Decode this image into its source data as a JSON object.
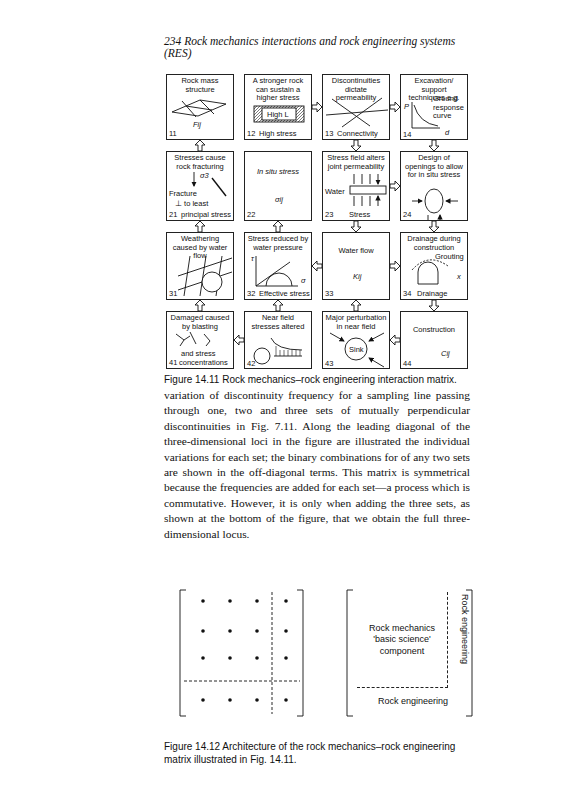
{
  "diagram": {
    "nodes": [
      {
        "text": [
          "Rock mass structure",
          "Fij",
          "11"
        ]
      },
      {
        "text": [
          "A stronger rock can sustain a higher stress",
          "High L",
          "12",
          "High stress"
        ]
      },
      {
        "text": [
          "Discontinuities dictate permeability",
          "13",
          "Connectivity"
        ]
      },
      {
        "text": [
          "Excavation/ support techniques e.g.",
          "Ground response curve",
          "P",
          "d",
          "14"
        ]
      },
      {
        "text": [
          "Stresses cause rock fracturing",
          "σ3",
          "Fracture",
          "⊥ to least",
          "principal stress",
          "21"
        ]
      },
      {
        "text": [
          "In situ stress",
          "σij",
          "22"
        ]
      },
      {
        "text": [
          "Stress field alters joint permeability",
          "Water",
          "Stress",
          "23"
        ]
      },
      {
        "text": [
          "Design of openings to allow for in situ stress",
          "24"
        ]
      },
      {
        "text": [
          "Weathering caused by water flow",
          "31"
        ]
      },
      {
        "text": [
          "Stress reduced by water pressure",
          "τ",
          "σ",
          "32",
          "Effective stress"
        ]
      },
      {
        "text": [
          "Water flow",
          "Kij",
          "33"
        ]
      },
      {
        "text": [
          "Drainage during construction",
          "Grouting",
          "x",
          "34",
          "Drainage"
        ]
      },
      {
        "text": [
          "Damaged caused by blasting",
          "and stress",
          "concentrations",
          "41"
        ]
      },
      {
        "text": [
          "Near field stresses altered",
          "42"
        ]
      },
      {
        "text": [
          "Major perturbation in near field",
          "Sink",
          "43"
        ]
      },
      {
        "text": [
          "Construction",
          "Cij",
          "44"
        ]
      },
      {
        "text": [
          "Rock mechanics 'basic science' component"
        ]
      },
      {
        "text": [
          "Rock engineering"
        ]
      }
    ],
    "edges": [
      {
        "from": 1,
        "to": 2,
        "arrow": "to"
      },
      {
        "from": 2,
        "to": 3,
        "arrow": "to"
      },
      {
        "from": 6,
        "to": 7,
        "arrow": "to"
      },
      {
        "from": 10,
        "to": 9,
        "arrow": "to"
      },
      {
        "from": 10,
        "to": 11,
        "arrow": "to"
      },
      {
        "from": 13,
        "to": 12,
        "arrow": "to"
      },
      {
        "from": 15,
        "to": 14,
        "arrow": "to"
      },
      {
        "from": 4,
        "to": 0,
        "arrow": "to"
      },
      {
        "from": 2,
        "to": 6,
        "arrow": "to"
      },
      {
        "from": 3,
        "to": 7,
        "arrow": "to"
      },
      {
        "from": 8,
        "to": 4,
        "arrow": "to"
      },
      {
        "from": 9,
        "to": 5,
        "arrow": "to"
      },
      {
        "from": 6,
        "to": 10,
        "arrow": "to"
      },
      {
        "from": 7,
        "to": 11,
        "arrow": "to"
      },
      {
        "from": 12,
        "to": 8,
        "arrow": "to"
      },
      {
        "from": 13,
        "to": 9,
        "arrow": "to"
      },
      {
        "from": 14,
        "to": 10,
        "arrow": "to"
      },
      {
        "from": 11,
        "to": 15,
        "arrow": "to"
      }
    ],
    "labels": [
      "234 Rock mechanics interactions and rock engineering systems (RES)",
      "Figure 14.11 Rock mechanics–rock engineering interaction matrix.",
      "variation of discontinuity frequency for a sampling line passing through one, two and three sets of mutually perpendicular discontinuities in Fig. 7.11. Along the leading diagonal of the three-dimensional loci in the figure are illustrated the individual variations for each set; the binary combinations for of any two sets are shown in the off-diagonal terms. This matrix is symmetrical because the frequencies are added for each set—a process which is commutative. However, it is only when adding the three sets, as shown at the bottom of the figure, that we obtain the full three-dimensional locus.",
      "Rock engineering",
      "Figure 14.12 Architecture of the rock mechanics–rock engineering matrix illustrated in Fig. 14.11."
    ]
  }
}
